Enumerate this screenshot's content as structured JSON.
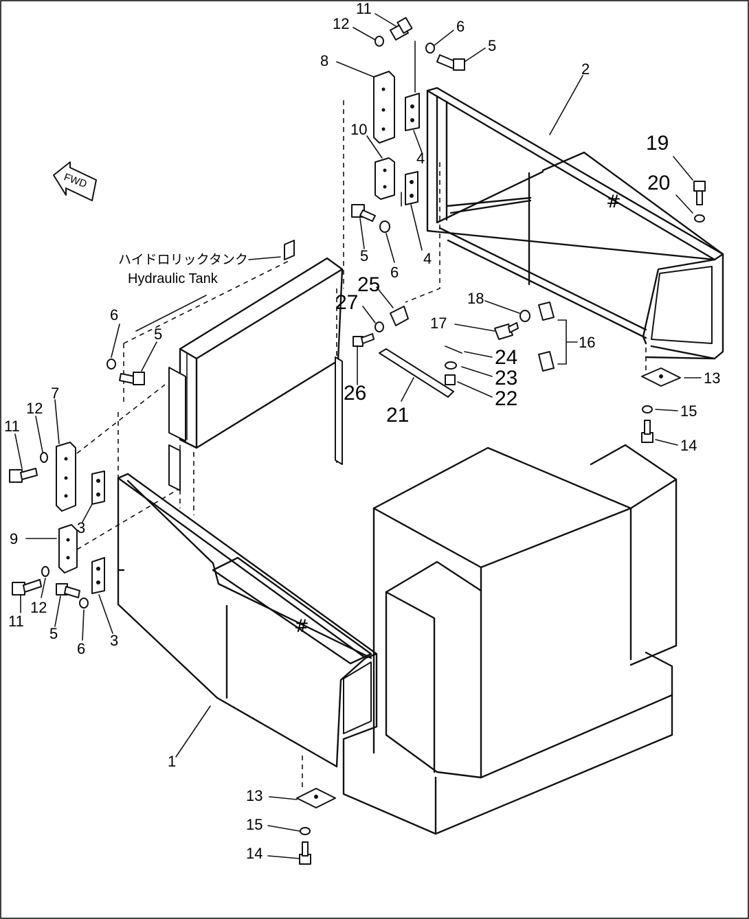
{
  "annotation": {
    "hydraulic_tank_ja": "ハイドロリックタンク",
    "hydraulic_tank_en": "Hydraulic Tank",
    "fwd": "FWD",
    "hatch_mark": "#"
  },
  "callouts": [
    {
      "id": "c1",
      "text": "1"
    },
    {
      "id": "c2",
      "text": "2"
    },
    {
      "id": "c3a",
      "text": "3"
    },
    {
      "id": "c3b",
      "text": "3"
    },
    {
      "id": "c4a",
      "text": "4"
    },
    {
      "id": "c4b",
      "text": "4"
    },
    {
      "id": "c5a",
      "text": "5"
    },
    {
      "id": "c5b",
      "text": "5"
    },
    {
      "id": "c5c",
      "text": "5"
    },
    {
      "id": "c5d",
      "text": "5"
    },
    {
      "id": "c6a",
      "text": "6"
    },
    {
      "id": "c6b",
      "text": "6"
    },
    {
      "id": "c6c",
      "text": "6"
    },
    {
      "id": "c6d",
      "text": "6"
    },
    {
      "id": "c7",
      "text": "7"
    },
    {
      "id": "c8",
      "text": "8"
    },
    {
      "id": "c9",
      "text": "9"
    },
    {
      "id": "c10",
      "text": "10"
    },
    {
      "id": "c11a",
      "text": "11"
    },
    {
      "id": "c11b",
      "text": "11"
    },
    {
      "id": "c11c",
      "text": "11"
    },
    {
      "id": "c12a",
      "text": "12"
    },
    {
      "id": "c12b",
      "text": "12"
    },
    {
      "id": "c12c",
      "text": "12"
    },
    {
      "id": "c13a",
      "text": "13"
    },
    {
      "id": "c13b",
      "text": "13"
    },
    {
      "id": "c14a",
      "text": "14"
    },
    {
      "id": "c14b",
      "text": "14"
    },
    {
      "id": "c15a",
      "text": "15"
    },
    {
      "id": "c15b",
      "text": "15"
    },
    {
      "id": "c16",
      "text": "16"
    },
    {
      "id": "c17",
      "text": "17"
    },
    {
      "id": "c18",
      "text": "18"
    },
    {
      "id": "c19",
      "text": "19"
    },
    {
      "id": "c20",
      "text": "20"
    },
    {
      "id": "c21",
      "text": "21"
    },
    {
      "id": "c22",
      "text": "22"
    },
    {
      "id": "c23",
      "text": "23"
    },
    {
      "id": "c24",
      "text": "24"
    },
    {
      "id": "c25",
      "text": "25"
    },
    {
      "id": "c26",
      "text": "26"
    },
    {
      "id": "c27",
      "text": "27"
    }
  ]
}
